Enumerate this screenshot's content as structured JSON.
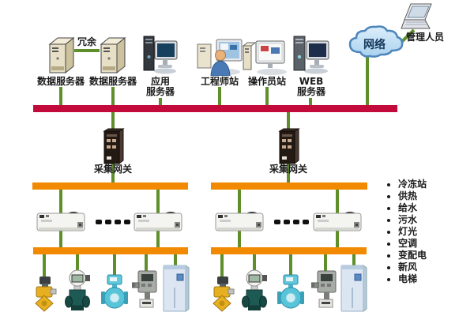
{
  "top_row": {
    "data_server_1_label": "数据服务器",
    "data_server_2_label": "数据服务器",
    "redundancy_label": "冗余",
    "app_server_label": "应用\n服务器",
    "engineer_station_label": "工程师站",
    "operator_station_label": "操作员站",
    "web_server_label": "WEB\n服务器",
    "network_label": "网络",
    "manager_label": "管理人员"
  },
  "gateways": {
    "left_label": "采集网关",
    "right_label": "采集网关"
  },
  "subsystems": {
    "items": [
      "冷冻站",
      "供热",
      "给水",
      "污水",
      "灯光",
      "空调",
      "变配电",
      "新风",
      "电梯"
    ]
  },
  "icons": {
    "tower_server": "tower-server-icon",
    "app_server": "tower-with-monitor-icon",
    "workstation": "person-at-computer-icon",
    "operator_station": "desktop-computer-icon",
    "web_server": "tower-with-monitor-icon",
    "network": "cloud-icon",
    "laptop": "laptop-icon",
    "gateway": "rack-gateway-icon",
    "controller": "ddc-controller-icon",
    "field_devices": [
      "dosing-pump-icon",
      "flow-meter-display-icon",
      "magnetic-flowmeter-icon",
      "transmitter-icon",
      "control-cabinet-icon"
    ],
    "more_items": "ellipsis-dashes"
  },
  "colors": {
    "backbone_bus": "#c20b3b",
    "field_bus": "#f18a00",
    "link_line": "#5e8f2b",
    "cloud_fill": "#a9d2ee",
    "cloud_light": "#ddeefb",
    "cloud_stroke": "#4d86bb",
    "text_color": "#1a1a1a"
  }
}
